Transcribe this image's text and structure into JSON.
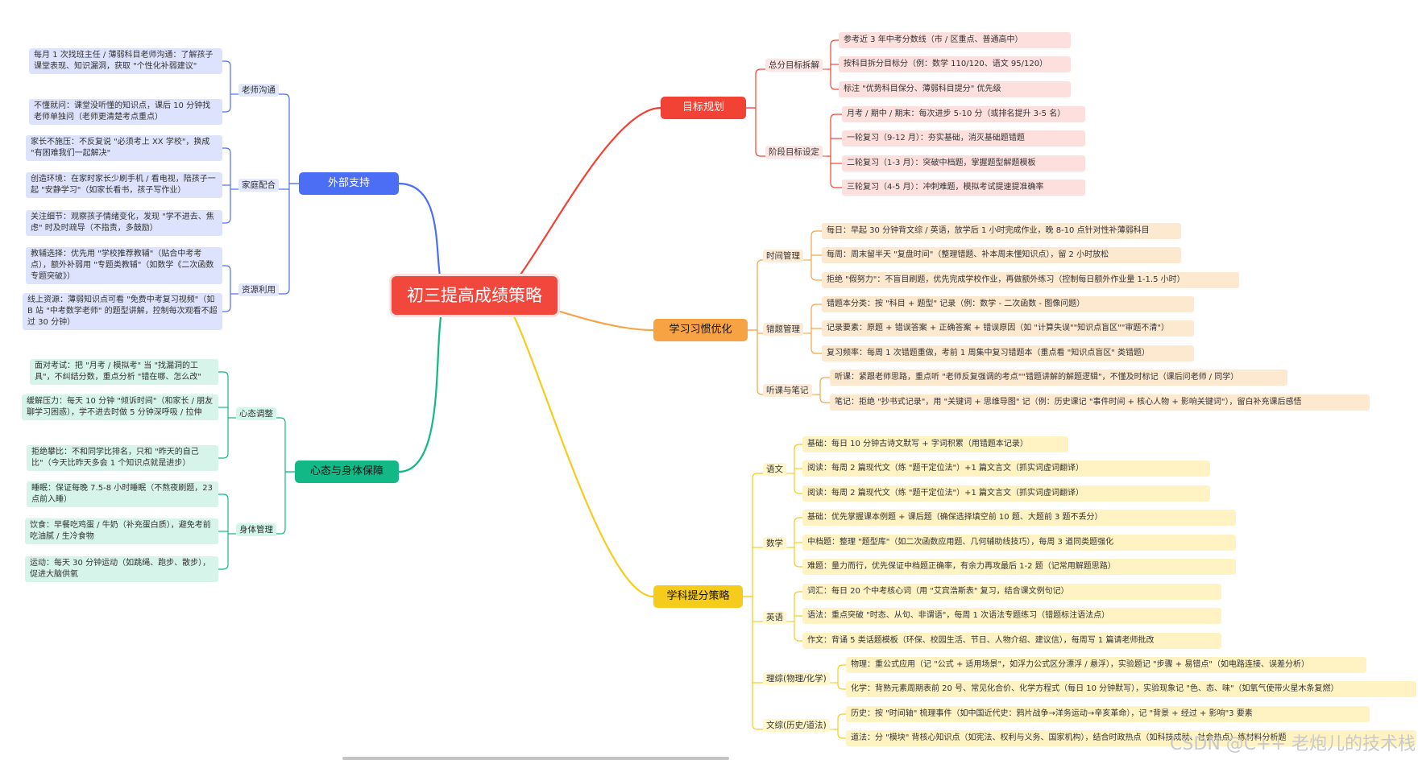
{
  "root": "初三提高成绩策略",
  "colors": {
    "red": "#f24236",
    "orange": "#f7a344",
    "yellow": "#f5cc1c",
    "blue": "#4c6ef5",
    "green": "#12b886"
  },
  "right": [
    {
      "label": "目标规划",
      "color": "red",
      "subs": [
        {
          "label": "总分目标拆解",
          "leaves": [
            "参考近 3 年中考分数线（市 / 区重点、普通高中）",
            "按科目拆分目标分（例：数学 110/120、语文 95/120）",
            "标注 \"优势科目保分、薄弱科目提分\" 优先级"
          ]
        },
        {
          "label": "阶段目标设定",
          "leaves": [
            "月考 / 期中 / 期末：每次进步 5-10 分（或排名提升 3-5 名）",
            "一轮复习（9-12 月）：夯实基础，消灭基础题错题",
            "二轮复习（1-3 月）：突破中档题，掌握题型解题模板",
            "三轮复习（4-5 月）：冲刺难题，模拟考试提速提准确率"
          ]
        }
      ]
    },
    {
      "label": "学习习惯优化",
      "color": "orange",
      "subs": [
        {
          "label": "时间管理",
          "leaves": [
            "每日：早起 30 分钟背文综 / 英语，放学后 1 小时完成作业，晚 8-10 点针对性补薄弱科目",
            "每周：周末留半天 \"复盘时间\"（整理错题、补本周未懂知识点），留 2 小时放松",
            "拒绝 \"假努力\"：不盲目刷题，优先完成学校作业，再做额外练习（控制每日额外作业量 1-1.5 小时）"
          ]
        },
        {
          "label": "错题管理",
          "leaves": [
            "错题本分类：按 \"科目 + 题型\" 记录（例：数学 - 二次函数 - 图像问题）",
            "记录要素：原题 + 错误答案 + 正确答案 + 错误原因（如 \"计算失误\"\"知识点盲区\"\"审题不清\"）",
            "复习频率：每周 1 次错题重做，考前 1 周集中复习错题本（重点看 \"知识点盲区\" 类错题）"
          ]
        },
        {
          "label": "听课与笔记",
          "leaves": [
            "听课：紧跟老师思路，重点听 \"老师反复强调的考点\"\"错题讲解的解题逻辑\"，不懂及时标记（课后问老师 / 同学）",
            "笔记：拒绝 \"抄书式记录\"，用 \"关键词 + 思维导图\" 记（例：历史课记 \"事件时间 + 核心人物 + 影响关键词\"），留白补充课后感悟"
          ]
        }
      ]
    },
    {
      "label": "学科提分策略",
      "color": "yellow",
      "subs": [
        {
          "label": "语文",
          "leaves": [
            "基础：每日 10 分钟古诗文默写 + 字词积累（用错题本记录）",
            "阅读：每周 2 篇现代文（练 \"题干定位法\"）+1 篇文言文（抓实词虚词翻译）",
            "阅读：每周 2 篇现代文（练 \"题干定位法\"）+1 篇文言文（抓实词虚词翻译）"
          ]
        },
        {
          "label": "数学",
          "leaves": [
            "基础：优先掌握课本例题 + 课后题（确保选择填空前 10 题、大题前 3 题不丢分）",
            "中档题：整理 \"题型库\"（如二次函数应用题、几何辅助线技巧），每周 3 道同类题强化",
            "难题：量力而行，优先保证中档题正确率，有余力再攻最后 1-2 题（记常用解题思路）"
          ]
        },
        {
          "label": "英语",
          "leaves": [
            "词汇：每日 20 个中考核心词（用 \"艾宾浩斯表\" 复习，结合课文例句记）",
            "语法：重点突破 \"时态、从句、非谓语\"，每周 1 次语法专题练习（错题标注语法点）",
            "作文：背诵 5 类话题模板（环保、校园生活、节日、人物介绍、建议信），每周写 1 篇请老师批改"
          ]
        },
        {
          "label": "理综(物理/化学)",
          "leaves": [
            "物理：重公式应用（记 \"公式 + 适用场景\"，如浮力公式区分漂浮 / 悬浮），实验题记 \"步骤 + 易错点\"（如电路连接、误差分析）",
            "化学：背熟元素周期表前 20 号、常见化合价、化学方程式（每日 10 分钟默写），实验现象记 \"色、态、味\"（如氧气使带火星木条复燃）"
          ]
        },
        {
          "label": "文综(历史/道法)",
          "leaves": [
            "历史：按 \"时间轴\" 梳理事件（如中国近代史：鸦片战争→洋务运动→辛亥革命），记 \"背景 + 经过 + 影响\"3 要素",
            "道法：分 \"模块\" 背核心知识点（如宪法、权利与义务、国家机构），结合时政热点（如科技成就、社会热点）练材料分析题"
          ]
        }
      ]
    }
  ],
  "left": [
    {
      "label": "外部支持",
      "color": "blue",
      "subs": [
        {
          "label": "老师沟通",
          "leaves": [
            "每月 1 次找班主任 / 薄弱科目老师沟通：了解孩子课堂表现、知识漏洞，获取 \"个性化补弱建议\"",
            "不懂就问：课堂没听懂的知识点，课后 10 分钟找老师单独问（老师更清楚考点重点）"
          ]
        },
        {
          "label": "家庭配合",
          "leaves": [
            "家长不施压：不反复说 \"必须考上 XX 学校\"，换成 \"有困难我们一起解决\"",
            "创造环境：在家时家长少刷手机 / 看电视，陪孩子一起 \"安静学习\"（如家长看书，孩子写作业）",
            "关注细节：观察孩子情绪变化，发现 \"学不进去、焦虑\" 时及时疏导（不指责，多鼓励）"
          ]
        },
        {
          "label": "资源利用",
          "leaves": [
            "教辅选择：优先用 \"学校推荐教辅\"（贴合中考考点），额外补弱用 \"专题类教辅\"（如数学《二次函数专题突破》）",
            "线上资源：薄弱知识点可看 \"免费中考复习视频\"（如 B 站 \"中考数学老师\" 的题型讲解，控制每次观看不超过 30 分钟）"
          ]
        }
      ]
    },
    {
      "label": "心态与身体保障",
      "color": "green",
      "subs": [
        {
          "label": "心态调整",
          "leaves": [
            "面对考试：把 \"月考 / 模拟考\" 当 \"找漏洞的工具\"，不纠结分数，重点分析 \"错在哪、怎么改\"",
            "缓解压力：每天 10 分钟 \"倾诉时间\"（和家长 / 朋友聊学习困惑），学不进去时做 5 分钟深呼吸 / 拉伸",
            "拒绝攀比：不和同学比排名，只和 \"昨天的自己比\"（今天比昨天多会 1 个知识点就是进步）"
          ]
        },
        {
          "label": "身体管理",
          "leaves": [
            "睡眠：保证每晚 7.5-8 小时睡眠（不熬夜刷题，23 点前入睡）",
            "饮食：早餐吃鸡蛋 / 牛奶（补充蛋白质），避免考前吃油腻 / 生冷食物",
            "运动：每天 30 分钟运动（如跳绳、跑步、散步），促进大脑供氧"
          ]
        }
      ]
    }
  ],
  "watermark": "CSDN @C++ 老炮儿的技术栈"
}
